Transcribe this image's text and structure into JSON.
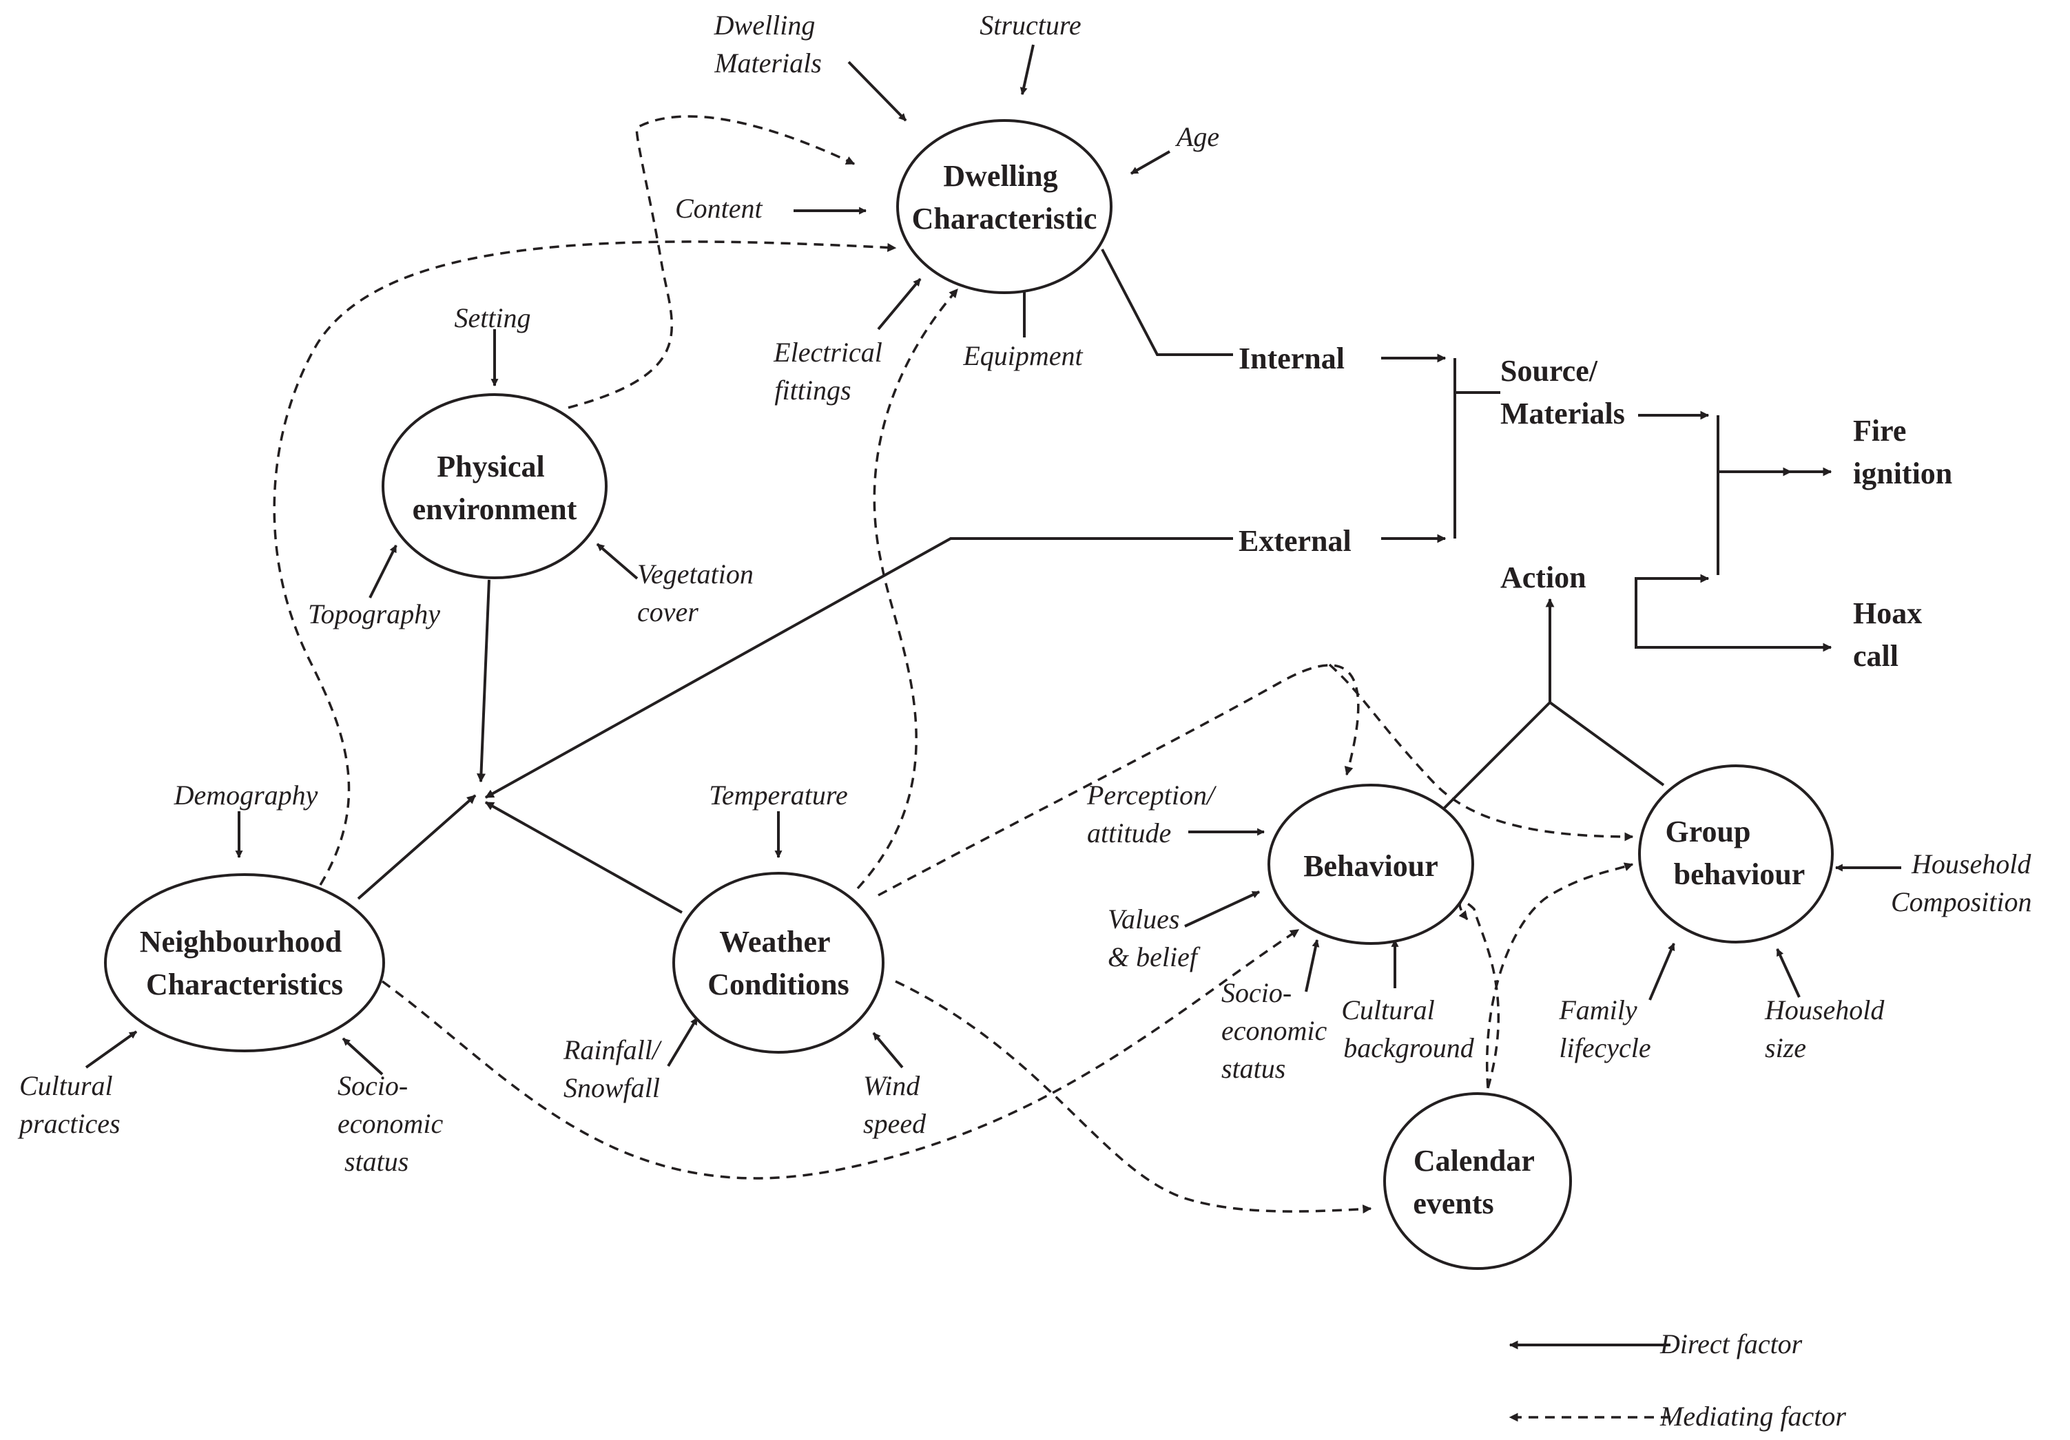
{
  "nodes": {
    "dwelling": [
      "Dwelling",
      "Characteristic"
    ],
    "physical": [
      "Physical",
      "environment"
    ],
    "neighbourhood": [
      "Neighbourhood",
      "Characteristics"
    ],
    "weather": [
      "Weather",
      "Conditions"
    ],
    "behaviour": [
      "Behaviour"
    ],
    "group": [
      "Group",
      "behaviour"
    ],
    "calendar": [
      "Calendar",
      "events"
    ]
  },
  "outcomes": {
    "internal": "Internal",
    "external": "External",
    "source": [
      "Source/",
      "Materials"
    ],
    "action": "Action",
    "fire": [
      "Fire",
      "ignition"
    ],
    "hoax": [
      "Hoax",
      "call"
    ]
  },
  "factors": {
    "dwelling_materials": [
      "Dwelling",
      "Materials"
    ],
    "structure": [
      "Structure"
    ],
    "age": [
      "Age"
    ],
    "content": [
      "Content"
    ],
    "electrical_fittings": [
      "Electrical",
      "fittings"
    ],
    "equipment": [
      "Equipment"
    ],
    "setting": [
      "Setting"
    ],
    "topography": [
      "Topography"
    ],
    "vegetation_cover": [
      "Vegetation",
      "cover"
    ],
    "demography": [
      "Demography"
    ],
    "cultural_practices": [
      "Cultural",
      "practices"
    ],
    "neigh_socio": [
      "Socio-",
      "economic",
      "status"
    ],
    "temperature": [
      "Temperature"
    ],
    "rainfall": [
      "Rainfall/",
      "Snowfall"
    ],
    "wind_speed": [
      "Wind",
      "speed"
    ],
    "perception": [
      "Perception/",
      "attitude"
    ],
    "values": [
      "Values",
      "& belief"
    ],
    "beh_socio": [
      "Socio-",
      "economic",
      "status"
    ],
    "cultural_background": [
      "Cultural",
      "background"
    ],
    "family_lifecycle": [
      "Family",
      "lifecycle"
    ],
    "household_size": [
      "Household",
      "size"
    ],
    "household_composition": [
      "Household",
      "Composition"
    ]
  },
  "legend": {
    "direct": "Direct factor",
    "mediating": "Mediating factor"
  },
  "colors": {
    "ink": "#231f20",
    "background": "#ffffff"
  }
}
